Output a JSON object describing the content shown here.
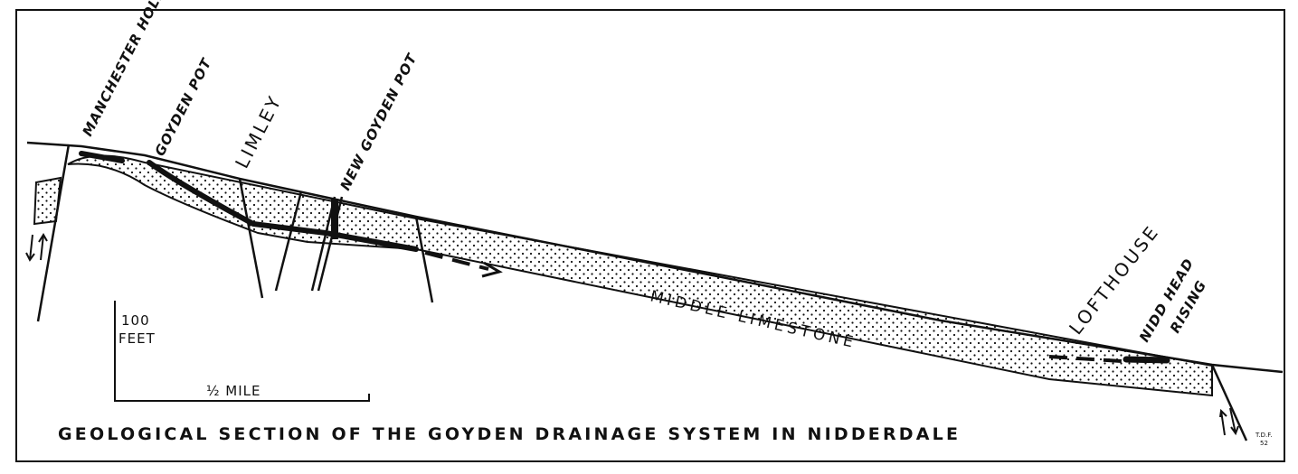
{
  "title": "GEOLOGICAL SECTION OF THE GOYDEN DRAINAGE SYSTEM IN NIDDERDALE",
  "locations": {
    "manchester_hole": "MANCHESTER HOLE",
    "goyden_pot": "GOYDEN POT",
    "limley": "LIMLEY",
    "new_goyden_pot": "NEW GOYDEN POT",
    "lofthouse": "LOFTHOUSE",
    "nidd_head": "NIDD HEAD",
    "rising": "RISING"
  },
  "stratum_label": "MIDDLE LIMESTONE",
  "scale": {
    "vertical_value": "100",
    "vertical_unit": "FEET",
    "horizontal": "½ MILE"
  },
  "initials": {
    "line1": "T.D.F.",
    "line2": "52"
  },
  "colors": {
    "ink": "#111111",
    "paper": "#ffffff"
  }
}
